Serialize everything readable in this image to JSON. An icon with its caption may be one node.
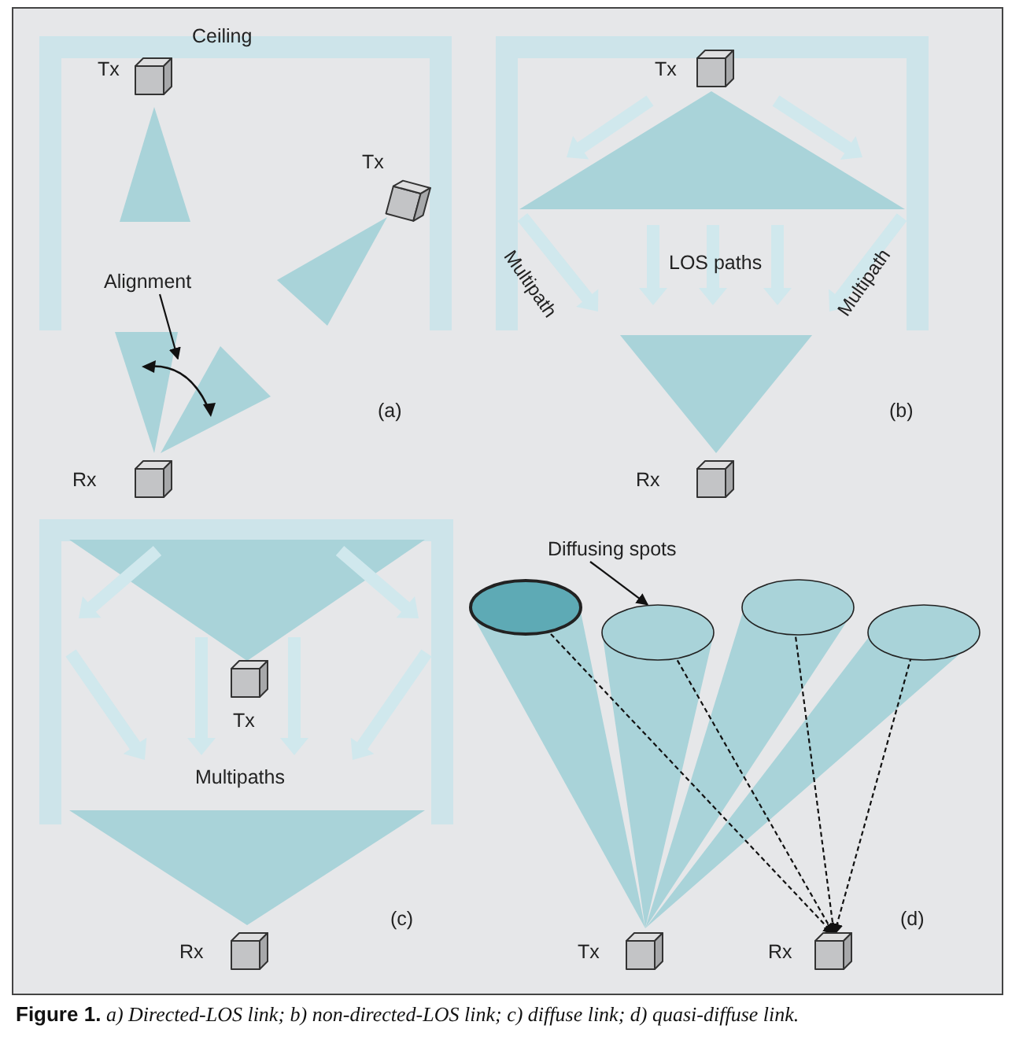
{
  "diagram": {
    "caption": "**Figure 1.** *a) Directed-LOS link; b) non-directed-LOS link; c) diffuse link; d) quasi-diffuse link.*",
    "nodes": [
      {
        "text": [
          "Alignment"
        ]
      },
      {
        "text": [
          "Diffusing spots"
        ]
      },
      {
        "text": [],
        "shape": "circle"
      },
      {
        "text": [],
        "shape": "circle"
      },
      {
        "text": [],
        "shape": "circle"
      },
      {
        "text": [],
        "shape": "circle"
      },
      {
        "text": [],
        "shape": "box",
        "beside": [
          "Rx"
        ]
      }
    ],
    "edges": [
      {
        "from": 0,
        "to": null,
        "arrow": "to"
      },
      {
        "from": 1,
        "to": 3,
        "arrow": "to"
      },
      {
        "from": 2,
        "to": 6,
        "arrow": "to",
        "style": "dashed"
      },
      {
        "from": 3,
        "to": 6,
        "arrow": "to",
        "style": "dashed"
      },
      {
        "from": 4,
        "to": 6,
        "arrow": "to",
        "style": "dashed"
      },
      {
        "from": 5,
        "to": 6,
        "arrow": "to",
        "style": "dashed"
      }
    ],
    "labels": [
      "Ceiling",
      "Tx",
      "Tx",
      "Rx",
      "(a)",
      "Tx",
      "Multipath",
      "LOS paths",
      "Multipath",
      "Rx",
      "(b)",
      "Tx",
      "Multipaths",
      "Rx",
      "(c)",
      "Tx",
      "(d)"
    ]
  }
}
